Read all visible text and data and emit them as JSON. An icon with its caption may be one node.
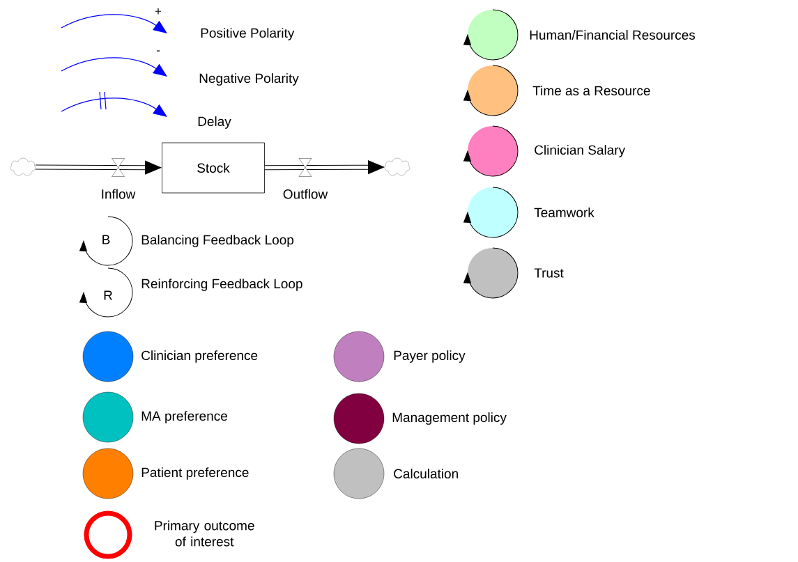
{
  "diagram": {
    "nodes": [
      {
        "text": [],
        "shape": "cloud"
      },
      {
        "text": [
          "Stock"
        ]
      },
      {
        "text": [],
        "shape": "cloud"
      }
    ],
    "edges": [
      {
        "from": 0,
        "to": 1,
        "arrow": "to",
        "label": "Inflow"
      },
      {
        "from": 1,
        "to": 2,
        "arrow": "to",
        "label": "Outflow"
      }
    ],
    "labels": [
      "+",
      "-",
      "B",
      "R"
    ],
    "legend": [
      {
        "text": "Positive Polarity"
      },
      {
        "text": "Negative Polarity"
      },
      {
        "text": "Delay"
      },
      {
        "text": "Balancing Feedback Loop"
      },
      {
        "text": "Reinforcing Feedback Loop"
      },
      {
        "text": "Clinician preference",
        "color": "#0080ff"
      },
      {
        "text": "Payer policy",
        "color": "#c080c0"
      },
      {
        "text": "MA preference",
        "color": "#00c0c0"
      },
      {
        "text": "Management policy",
        "color": "#800040"
      },
      {
        "text": "Patient preference",
        "color": "#ff8000"
      },
      {
        "text": "Calculation",
        "color": "#c0c0c0"
      },
      {
        "text": "Primary outcome of interest"
      },
      {
        "text": "Human/Financial Resources",
        "color": "#c0ffc0"
      },
      {
        "text": "Time as a Resource",
        "color": "#ffc080"
      },
      {
        "text": "Clinician Salary",
        "color": "#ff80c0"
      },
      {
        "text": "Teamwork",
        "color": "#c0ffff"
      },
      {
        "text": "Trust",
        "color": "#c0c0c0"
      }
    ]
  }
}
